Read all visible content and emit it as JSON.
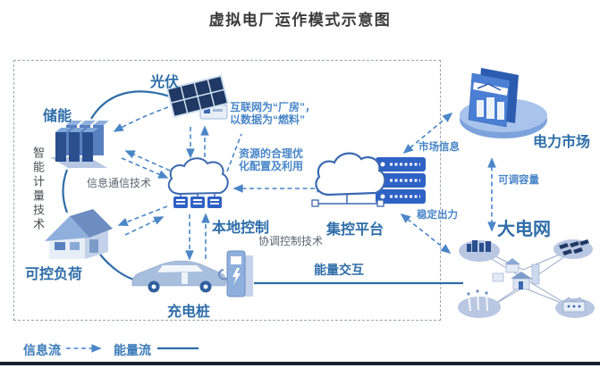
{
  "title": "虚拟电厂运作模式示意图",
  "nodes": {
    "storage": "储能",
    "pv": "光伏",
    "load": "可控负荷",
    "charger": "充电桩",
    "local_control": "本地控制",
    "central_platform": "集控平台",
    "power_market": "电力市场",
    "grid": "大电网"
  },
  "annotations": {
    "internet_line1": "互联网为“厂房”，",
    "internet_line2": "以数据为“燃料”",
    "resource_line1": "资源的合理优",
    "resource_line2": "化配置及利用",
    "smart_metering": "智能计量技术",
    "ict": "信息通信技术",
    "coordination": "协调控制技术",
    "market_info": "市场信息",
    "adjustable_capacity": "可调容量",
    "stable_output": "稳定出力",
    "energy_exchange": "能量交互"
  },
  "legend": {
    "info_flow": "信息流",
    "energy_flow": "能量流"
  },
  "colors": {
    "node_label_blue": "#2e6da8",
    "annotation_blue": "#4a86c8",
    "tech_gray": "#5a6670",
    "icon_dark_navy": "#1f3864",
    "icon_mid_blue": "#3b68b0",
    "icon_light_blue": "#b8cce4",
    "server_blue": "#2f62c5",
    "dashed_border_gray": "#9aa5b1",
    "title_dark": "#3a3a3a"
  }
}
